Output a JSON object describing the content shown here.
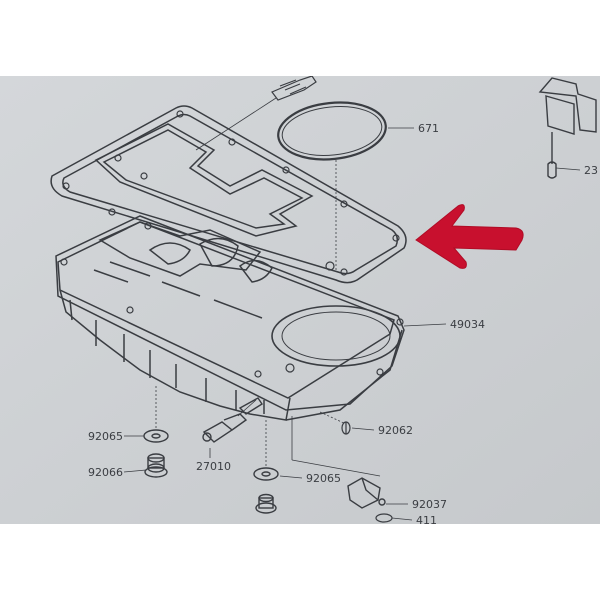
{
  "diagram": {
    "callouts": [
      {
        "id": "c671",
        "label": "671"
      },
      {
        "id": "c49034",
        "label": "49034"
      },
      {
        "id": "c92065a",
        "label": "92065"
      },
      {
        "id": "c92066",
        "label": "92066"
      },
      {
        "id": "c27010",
        "label": "27010"
      },
      {
        "id": "c92065b",
        "label": "92065"
      },
      {
        "id": "c92062",
        "label": "92062"
      },
      {
        "id": "c92037",
        "label": "92037"
      },
      {
        "id": "c411",
        "label": "411"
      },
      {
        "id": "c23x",
        "label": "23"
      }
    ]
  },
  "colors": {
    "page_bg": "#ffffff",
    "paper": "#cdd0d3",
    "line": "#3a3d42",
    "arrow": "#c8102e"
  }
}
